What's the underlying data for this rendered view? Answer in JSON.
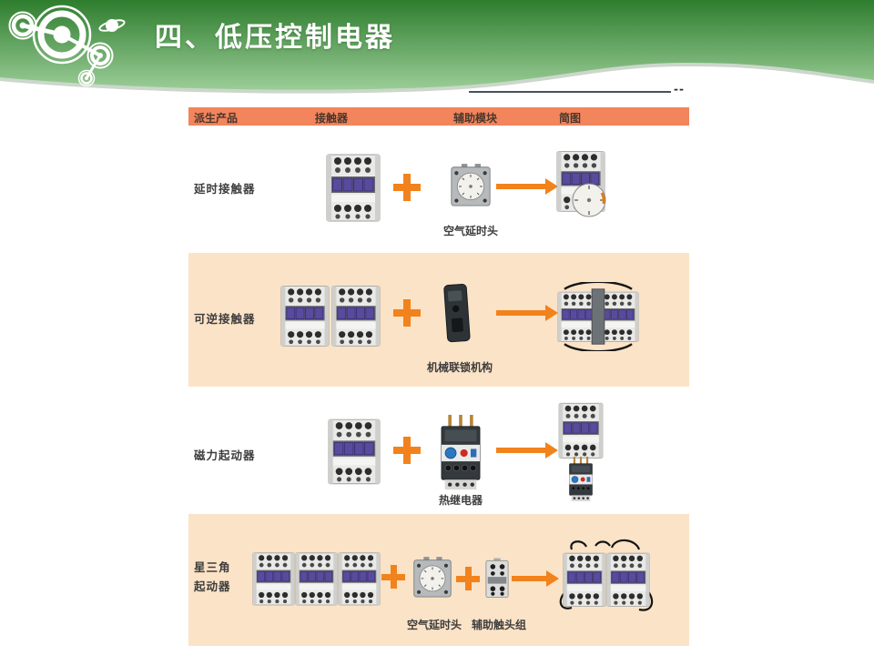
{
  "slide_title": "四、低压控制电器",
  "corner_dashes": "--",
  "table": {
    "headers": [
      "派生产品",
      "接触器",
      "辅助模块",
      "简图"
    ],
    "rows": [
      {
        "product": "延时接触器",
        "module": "空气延时头"
      },
      {
        "product": "可逆接触器",
        "module": "机械联锁机构"
      },
      {
        "product": "磁力起动器",
        "module": "热继电器"
      },
      {
        "product_line1": "星三角",
        "product_line2": "起动器",
        "module1": "空气延时头",
        "module2": "辅助触头组"
      }
    ]
  },
  "colors": {
    "header_green_dark": "#2E7D2E",
    "header_green_light": "#9BCD97",
    "table_header_bg": "#F2855C",
    "row_highlight_bg": "#FBE3C7",
    "accent_orange": "#F2821C",
    "divider_line": "#44525E"
  }
}
